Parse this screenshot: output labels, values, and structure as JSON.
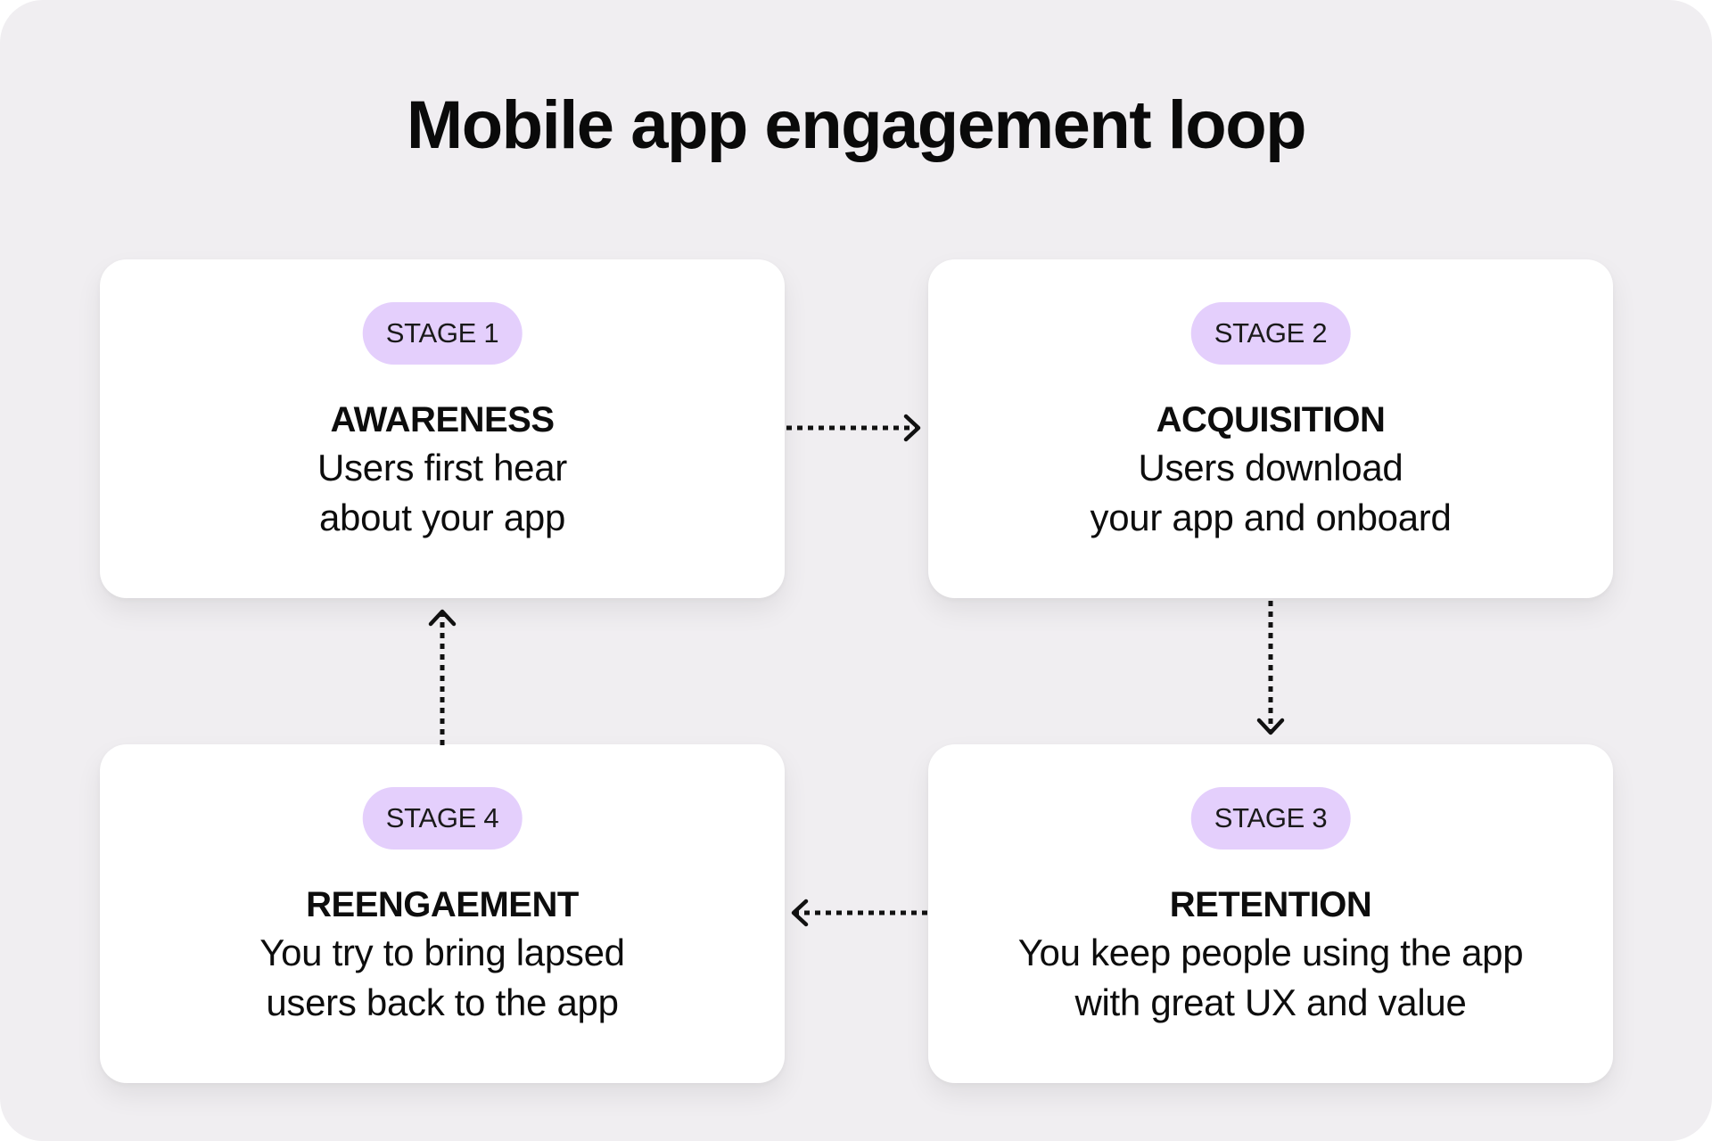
{
  "title": "Mobile app engagement loop",
  "colors": {
    "background": "#f0eef1",
    "card": "#ffffff",
    "badge": "#e4cffc",
    "text": "#0d0d0d",
    "arrow": "#111111"
  },
  "stages": [
    {
      "badge": "STAGE 1",
      "heading": "AWARENESS",
      "description_lines": [
        "Users first hear",
        "about your app"
      ]
    },
    {
      "badge": "STAGE 2",
      "heading": "ACQUISITION",
      "description_lines": [
        "Users download",
        "your app and onboard"
      ]
    },
    {
      "badge": "STAGE 3",
      "heading": "RETENTION",
      "description_lines": [
        "You keep people using the app",
        "with great UX and value"
      ]
    },
    {
      "badge": "STAGE 4",
      "heading": "REENGAEMENT",
      "description_lines": [
        "You try to bring lapsed",
        "users back to the app"
      ]
    }
  ],
  "arrows": [
    {
      "from": "STAGE 1",
      "to": "STAGE 2",
      "direction": "right",
      "style": "dotted",
      "icon": "arrow-right-icon"
    },
    {
      "from": "STAGE 2",
      "to": "STAGE 3",
      "direction": "down",
      "style": "dotted",
      "icon": "arrow-down-icon"
    },
    {
      "from": "STAGE 3",
      "to": "STAGE 4",
      "direction": "left",
      "style": "dotted",
      "icon": "arrow-left-icon"
    },
    {
      "from": "STAGE 4",
      "to": "STAGE 1",
      "direction": "up",
      "style": "dotted",
      "icon": "arrow-up-icon"
    }
  ]
}
